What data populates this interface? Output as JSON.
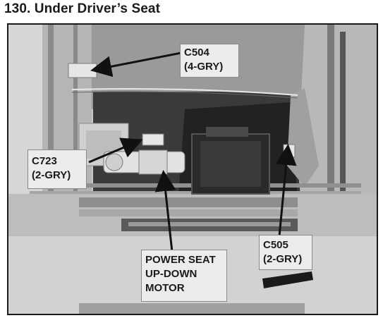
{
  "title": "130. Under Driver’s Seat",
  "callouts": {
    "c504": {
      "code": "C504",
      "desc": "(4-GRY)"
    },
    "c723": {
      "code": "C723",
      "desc": "(2-GRY)"
    },
    "c505": {
      "code": "C505",
      "desc": "(2-GRY)"
    },
    "motor": {
      "line1": "POWER SEAT",
      "line2": "UP-DOWN",
      "line3": "MOTOR"
    }
  }
}
